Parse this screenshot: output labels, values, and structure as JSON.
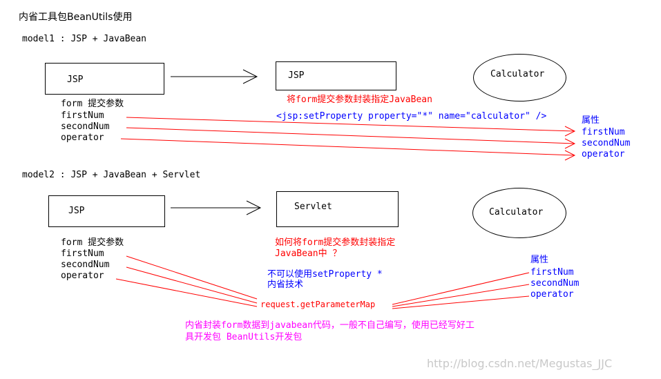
{
  "title": "内省工具包BeanUtils使用",
  "model1": {
    "heading": "model1 : JSP + JavaBean",
    "jsp_box": "JSP",
    "target_box": "JSP",
    "calculator": "Calculator",
    "form_label": "form 提交参数",
    "params": [
      "firstNum",
      "secondNum",
      "operator"
    ],
    "note": "将form提交参数封装指定JavaBean",
    "code": "<jsp:setProperty property=\"*\" name=\"calculator\" />",
    "props_label": "属性",
    "props": [
      "firstNum",
      "secondNum",
      "operator"
    ]
  },
  "model2": {
    "heading": "model2 : JSP + JavaBean + Servlet",
    "jsp_box": "JSP",
    "servlet_box": "Servlet",
    "calculator": "Calculator",
    "form_label": "form 提交参数",
    "params": [
      "firstNum",
      "secondNum",
      "operator"
    ],
    "question_line1": "如何将form提交参数封装指定",
    "question_line2": "JavaBean中 ？",
    "note_line1": "不可以使用setProperty *",
    "note_line2": "内省技术",
    "method": "request.getParameterMap",
    "props_label": "属性",
    "props": [
      "firstNum",
      "secondNum",
      "operator"
    ],
    "summary_line1": "内省封装form数据到javabean代码，一般不自己编写，使用已经写好工",
    "summary_line2": "具开发包 BeanUtils开发包"
  },
  "watermark": "http://blog.csdn.net/Megustas_JJC",
  "colors": {
    "red": "#ff0000",
    "blue": "#0000ff",
    "magenta": "#ff00ff",
    "black": "#000000"
  }
}
